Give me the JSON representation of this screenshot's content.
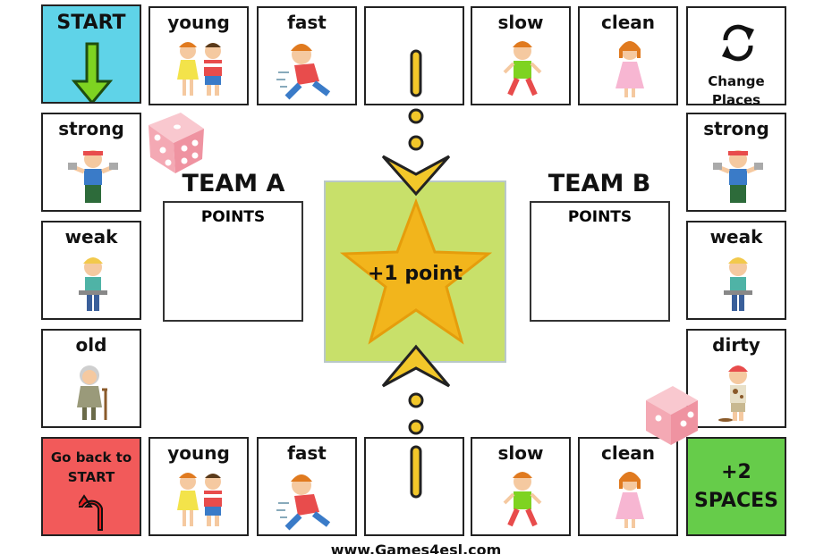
{
  "board": {
    "start": "START",
    "top": [
      "young",
      "fast",
      "",
      "slow",
      "clean"
    ],
    "change_places": [
      "Change",
      "Places"
    ],
    "left": [
      "strong",
      "weak",
      "old"
    ],
    "right": [
      "strong",
      "weak",
      "dirty"
    ],
    "go_back": [
      "Go back to",
      "START"
    ],
    "bottom": [
      "young",
      "fast",
      "",
      "slow",
      "clean"
    ],
    "plus_two": [
      "+2",
      "SPACES"
    ]
  },
  "teams": {
    "a": {
      "name": "TEAM A",
      "points_label": "POINTS"
    },
    "b": {
      "name": "TEAM B",
      "points_label": "POINTS"
    }
  },
  "center": {
    "label": "+1 point"
  },
  "footer": "www.Games4esl.com",
  "colors": {
    "start": "#5fd3e8",
    "go_back": "#f25a5a",
    "plus_two": "#66cc4a",
    "center": "#c8e06a",
    "star": "#f2b51c",
    "dice": "#f4a9b4"
  }
}
